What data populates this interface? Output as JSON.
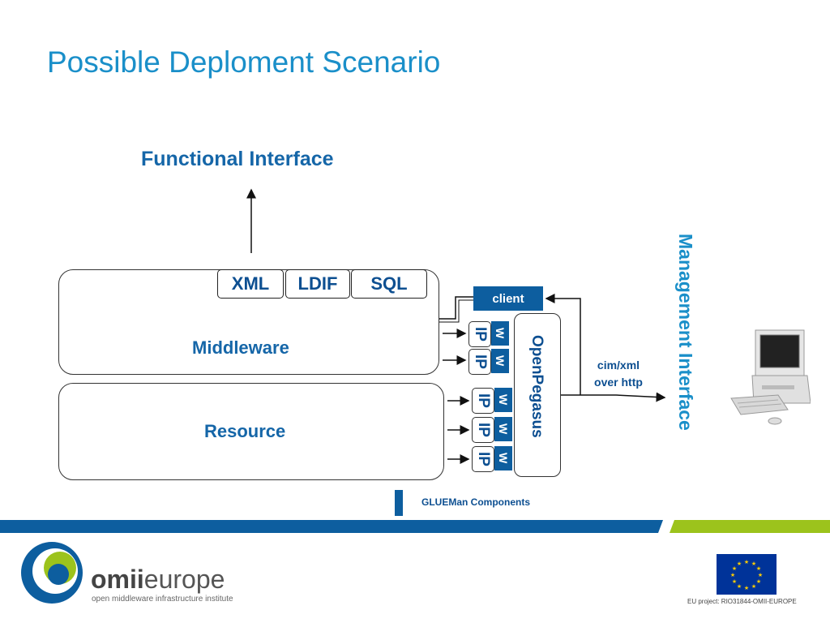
{
  "title": "Possible Deploment Scenario",
  "diagram": {
    "functional_interface": "Functional Interface",
    "middleware": "Middleware",
    "resource": "Resource",
    "formats": [
      "XML",
      "LDIF",
      "SQL"
    ],
    "client": "client",
    "openpegasus": "OpenPegasus",
    "ip_label": "IP",
    "w_label": "W",
    "cim_line1": "cim/xml",
    "cim_line2": "over http",
    "management_interface": "Management Interface",
    "legend": "GLUEMan Components"
  },
  "footer": {
    "logo_bold": "omii",
    "logo_word": "europe",
    "logo_tagline": "open middleware infrastructure institute",
    "eu_project": "EU project: RIO31844-OMII-EUROPE"
  },
  "colors": {
    "title": "#1a8fc9",
    "label": "#1566a8",
    "component": "#0d5e9f",
    "stripe_blue": "#0d5e9f",
    "stripe_green": "#9cc31c"
  }
}
